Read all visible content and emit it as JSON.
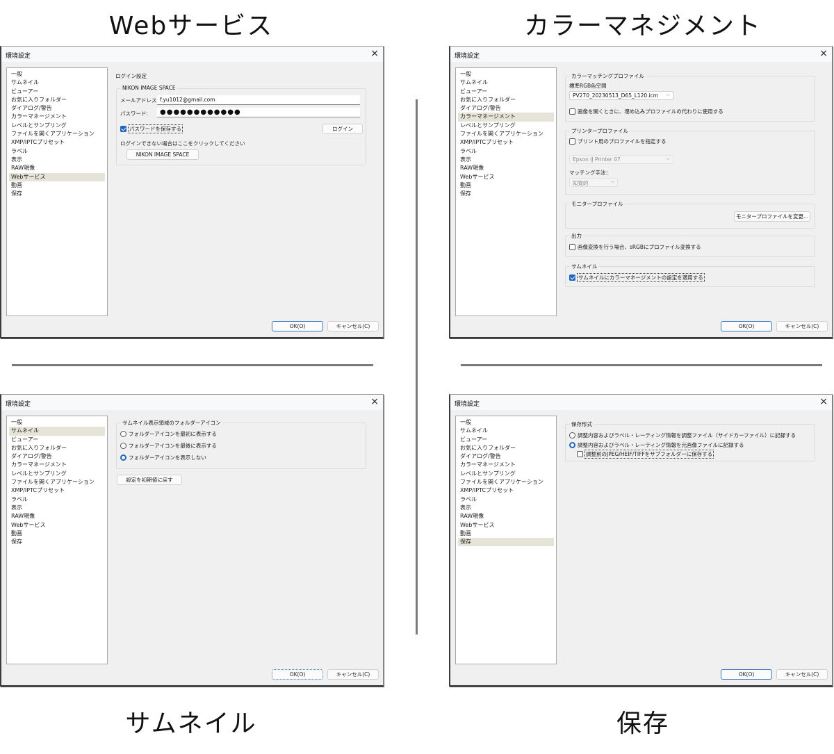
{
  "captions": {
    "top_left": "Webサービス",
    "top_right": "カラーマネジメント",
    "bottom_left": "サムネイル",
    "bottom_right": "保存"
  },
  "dialog": {
    "title": "環境設定",
    "close_icon": "×",
    "ok_label": "OK(O)",
    "cancel_label": "キャンセル(C)",
    "sidebar_items": [
      {
        "label": "一般"
      },
      {
        "label": "サムネイル"
      },
      {
        "label": "ビューアー"
      },
      {
        "label": "お気に入りフォルダー"
      },
      {
        "label": "ダイアログ/警告"
      },
      {
        "label": "カラーマネージメント"
      },
      {
        "label": "レベルとサンプリング"
      },
      {
        "label": "ファイルを開くアプリケーション"
      },
      {
        "label": "XMP/IPTCプリセット"
      },
      {
        "label": "ラベル"
      },
      {
        "label": "表示"
      },
      {
        "label": "RAW現像"
      },
      {
        "label": "Webサービス"
      },
      {
        "label": "動画"
      },
      {
        "label": "保存"
      }
    ]
  },
  "web_service": {
    "active_index": 12,
    "section_title": "ログイン設定",
    "group_title": "NIKON IMAGE SPACE",
    "email_label": "メールアドレス:",
    "email_value": "f.yu1012@gmail.com",
    "password_label": "パスワード:",
    "password_value": "●●●●●●●●●●●●",
    "save_password_label": "パスワードを保存する",
    "save_password_checked": true,
    "login_button": "ログイン",
    "help_text": "ログインできない場合はここをクリックしてください",
    "nis_button": "NIKON IMAGE SPACE"
  },
  "color_management": {
    "active_index": 5,
    "matching_group": "カラーマッチングプロファイル",
    "rgb_label": "標準RGB色空間",
    "rgb_value": "PV270_20230513_D65_L120.icm",
    "use_instead_label": "画像を開くときに、埋め込みプロファイルの代わりに使用する",
    "use_instead_checked": false,
    "printer_group": "プリンタープロファイル",
    "printer_check_label": "プリント用のプロファイルを指定する",
    "printer_checked": false,
    "printer_value": "Epson IJ Printer 07",
    "matching_method_label": "マッチング手法：",
    "matching_method_value": "知覚的",
    "monitor_group": "モニタープロファイル",
    "monitor_button": "モニタープロファイルを変更...",
    "output_group": "出力",
    "output_check_label": "画像変換を行う場合、sRGBにプロファイル変換する",
    "output_checked": false,
    "thumb_group": "サムネイル",
    "thumb_check_label": "サムネイルにカラーマネージメントの設定を適用する",
    "thumb_checked": true
  },
  "thumbnail": {
    "active_index": 1,
    "group_title": "サムネイル表示領域のフォルダーアイコン",
    "options": [
      {
        "label": "フォルダーアイコンを最初に表示する",
        "checked": false
      },
      {
        "label": "フォルダーアイコンを最後に表示する",
        "checked": false
      },
      {
        "label": "フォルダーアイコンを表示しない",
        "checked": true
      }
    ],
    "reset_button": "設定を初期値に戻す"
  },
  "save": {
    "active_index": 14,
    "group_title": "保存形式",
    "options": [
      {
        "label": "調整内容およびラベル・レーティング情報を調整ファイル（サイドカーファイル）に記録する",
        "checked": false
      },
      {
        "label": "調整内容およびラベル・レーティング情報を元画像ファイルに記録する",
        "checked": true
      }
    ],
    "sub_check_label": "調整前のJPEG/HEIF/TIFFをサブフォルダーに保存する",
    "sub_checked": false
  }
}
